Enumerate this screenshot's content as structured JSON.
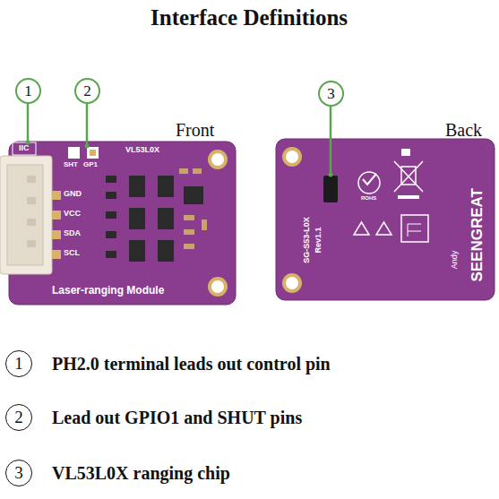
{
  "diagram": {
    "title": "Interface Definitions",
    "nodes": [
      {
        "text": [
          "1"
        ]
      },
      {
        "text": [
          "2"
        ]
      },
      {
        "text": [
          "3"
        ]
      },
      {
        "text": [
          "1"
        ]
      },
      {
        "text": [
          "2"
        ]
      },
      {
        "text": [
          "3"
        ]
      }
    ],
    "labels": [
      "Front",
      "Back",
      "IIC",
      "SHT",
      "GP1",
      "VL53L0X",
      "GND",
      "VCC",
      "SDA",
      "SCL",
      "Laser-ranging Module",
      "SG-S53-L0X",
      "Rev1.1",
      "SEENGREAT",
      "Andy",
      "ROHS",
      "PH2.0 terminal leads out control pin",
      "Lead out GPIO1 and SHUT pins",
      "VL53L0X ranging chip"
    ]
  }
}
